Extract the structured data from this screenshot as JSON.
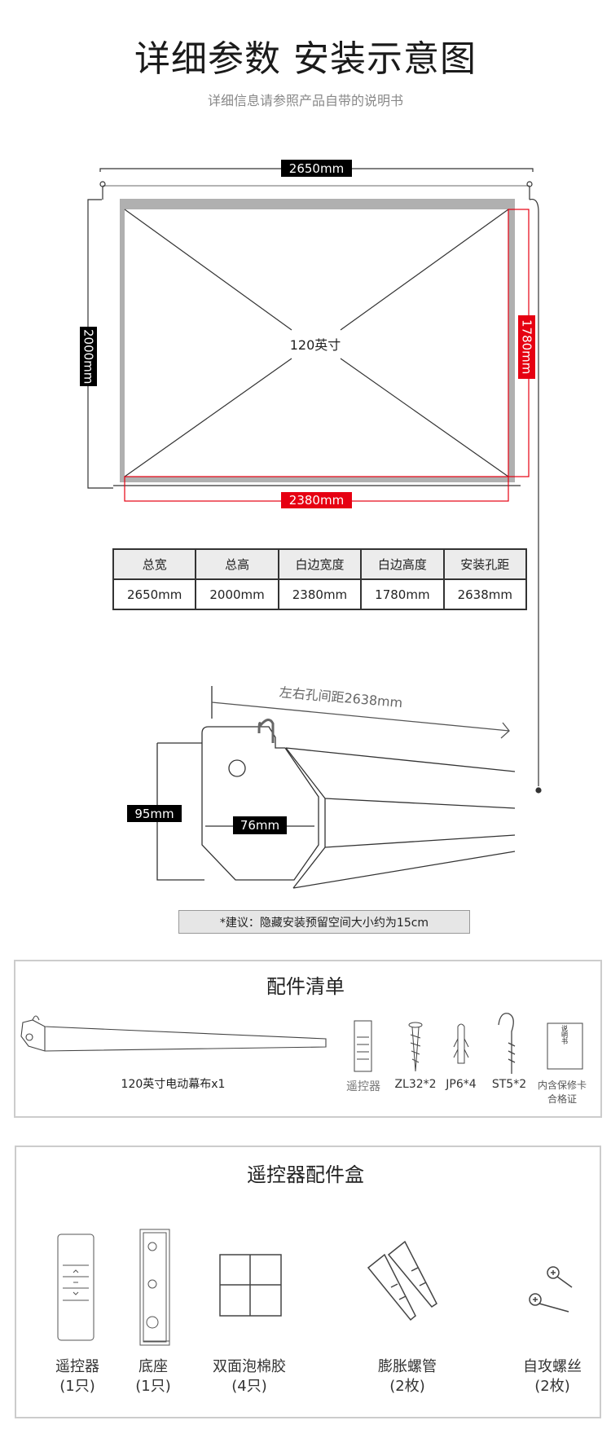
{
  "header": {
    "title": "详细参数 安装示意图",
    "subtitle": "详细信息请参照产品自带的说明书"
  },
  "diagram": {
    "total_width": "2650mm",
    "total_height": "2000mm",
    "screen_size": "120英寸",
    "white_height": "1780mm",
    "white_width": "2380mm"
  },
  "spec_table": {
    "headers": [
      "总宽",
      "总高",
      "白边宽度",
      "白边高度",
      "安装孔距"
    ],
    "values": [
      "2650mm",
      "2000mm",
      "2380mm",
      "1780mm",
      "2638mm"
    ]
  },
  "housing": {
    "hole_distance": "左右孔间距2638mm",
    "height": "95mm",
    "width": "76mm",
    "note": "*建议：隐藏安装预留空间大小约为15cm"
  },
  "accessories": {
    "title": "配件清单",
    "main_item": "120英寸电动幕布x1",
    "items": [
      "遥控器",
      "ZL32*2",
      "JP6*4",
      "ST5*2"
    ],
    "manual_label": [
      "内含保修卡",
      "合格证"
    ],
    "manual_icon_text": "说明书"
  },
  "remote_box": {
    "title": "遥控器配件盒",
    "items": [
      {
        "name": "遥控器",
        "qty": "(1只)"
      },
      {
        "name": "底座",
        "qty": "(1只)"
      },
      {
        "name": "双面泡棉胶",
        "qty": "(4只)"
      },
      {
        "name": "膨胀螺管",
        "qty": "(2枚)"
      },
      {
        "name": "自攻螺丝",
        "qty": "(2枚)"
      }
    ]
  },
  "colors": {
    "accent_red": "#e60012",
    "border_gray": "#b0b0b0"
  }
}
